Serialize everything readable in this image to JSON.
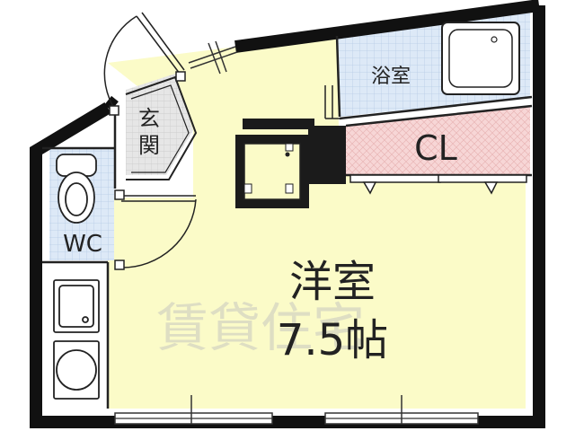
{
  "rooms": {
    "bath": "浴室",
    "closet": "CL",
    "entrance": "玄関",
    "toilet": "WC",
    "western_room": "洋室",
    "western_room_size": "7.5帖"
  },
  "watermark": "賃貸住宅",
  "colors": {
    "wall": "#111111",
    "western_room_fill": "#fbfbc8",
    "wet_area_fill": "#dde9f7",
    "closet_fill": "#f7d6d6",
    "entrance_fill": "#e4e4e4",
    "outline": "#222222",
    "watermark": "#bdbdbd"
  }
}
